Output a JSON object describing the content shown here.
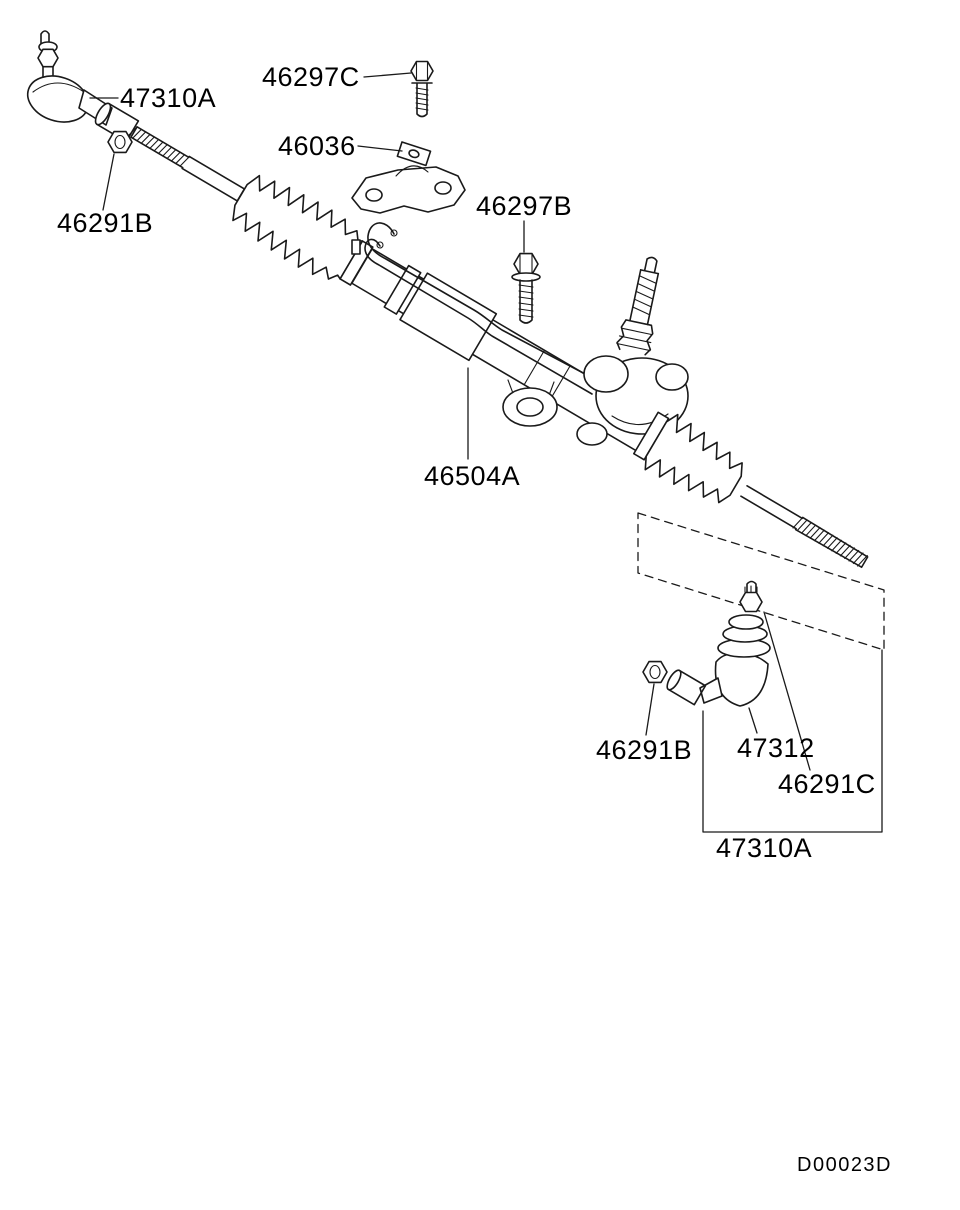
{
  "page": {
    "background": "#ffffff",
    "ink": "#1a1a1a"
  },
  "diagram": {
    "drawing_code": "D00023D",
    "labels": {
      "tie_rod_end_top": "47310A",
      "bolt_top": "46297C",
      "bracket": "46036",
      "nut_left": "46291B",
      "bolt_mid": "46297B",
      "gear_assembly": "46504A",
      "nut_bottom": "46291B",
      "tie_rod_inner": "47312",
      "nut_c": "46291C",
      "tie_rod_assembly": "47310A"
    }
  }
}
